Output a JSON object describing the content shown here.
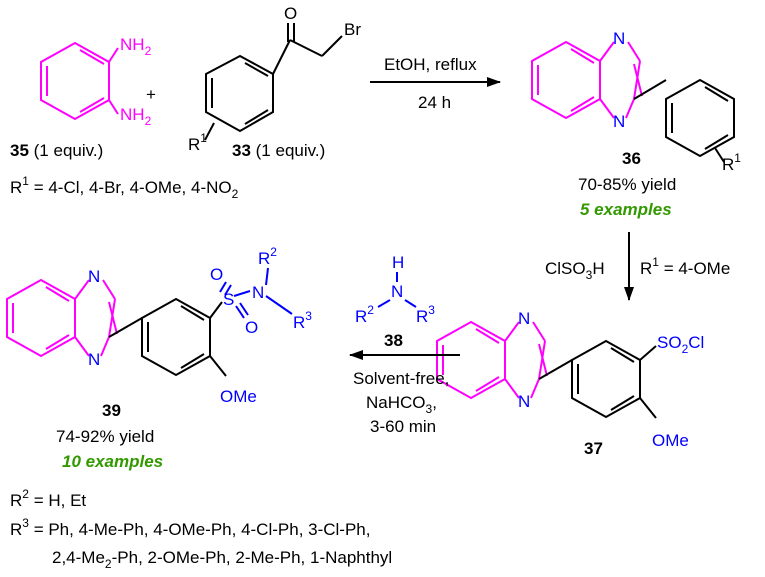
{
  "colors": {
    "black": "#000000",
    "magenta": "#ff00ff",
    "blue": "#0000ff",
    "green": "#339900"
  },
  "compound35": {
    "nh2_top": "NH",
    "nh2_bot": "NH",
    "sub2": "2",
    "label_num": "35",
    "label_rest": " (1 equiv.)"
  },
  "compound33": {
    "o": "O",
    "br": "Br",
    "r": "R",
    "r_sup": "1",
    "label_num": "33",
    "label_rest": " (1 equiv.)"
  },
  "plus": "+",
  "step1": {
    "reagent": "EtOH, reflux",
    "time": "24 h"
  },
  "r1_def": {
    "r": "R",
    "sup": "1",
    "text": " = 4-Cl, 4-Br, 4-OMe, 4-NO",
    "sub": "2"
  },
  "compound36": {
    "n1": "N",
    "n2": "N",
    "r": "R",
    "r_sup": "1",
    "label_num": "36",
    "yield": "70-85% yield",
    "examples": "5 examples"
  },
  "step2": {
    "reagent_main": "ClSO",
    "reagent_sub": "3",
    "reagent_end": "H",
    "cond_r": "R",
    "cond_sup": "1",
    "cond_rest": " = 4-OMe"
  },
  "compound37": {
    "n1": "N",
    "n2": "N",
    "so2cl_a": "SO",
    "so2cl_sub": "2",
    "so2cl_b": "Cl",
    "ome": "OMe",
    "label_num": "37"
  },
  "compound38": {
    "h": "H",
    "n": "N",
    "r2": "R",
    "r2_sup": "2",
    "r3": "R",
    "r3_sup": "3",
    "label_num": "38"
  },
  "step3": {
    "line1": "Solvent-free,",
    "line2": "NaHCO",
    "line2_sub": "3",
    "line2_end": ",",
    "line3": "3-60 min"
  },
  "compound39": {
    "n1": "N",
    "n2": "N",
    "s": "S",
    "o1": "O",
    "o2": "O",
    "n": "N",
    "r2": "R",
    "r2_sup": "2",
    "r3": "R",
    "r3_sup": "3",
    "ome": "OMe",
    "label_num": "39",
    "yield": "74-92% yield",
    "examples": "10 examples"
  },
  "r2_def": {
    "r": "R",
    "sup": "2",
    "text": " = H, Et"
  },
  "r3_def": {
    "r": "R",
    "sup": "3",
    "line1": " = Ph, 4-Me-Ph, 4-OMe-Ph, 4-Cl-Ph, 3-Cl-Ph,",
    "line2a": "2,4-Me",
    "line2_sub": "2",
    "line2b": "-Ph, 2-OMe-Ph, 2-Me-Ph, 1-Naphthyl"
  }
}
